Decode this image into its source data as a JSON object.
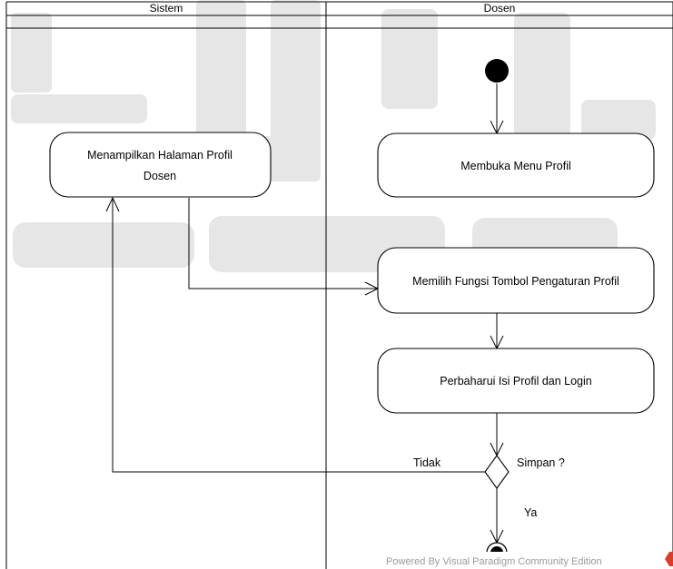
{
  "swimlanes": [
    {
      "title": "Sistem"
    },
    {
      "title": "Dosen"
    }
  ],
  "actions": {
    "membuka_menu": {
      "lines": [
        "Membuka Menu Profil"
      ]
    },
    "menampilkan_halaman": {
      "lines": [
        "Menampilkan Halaman Profil",
        "Dosen"
      ]
    },
    "memilih_fungsi": {
      "lines": [
        "Memilih Fungsi Tombol Pengaturan Profil"
      ]
    },
    "perbaharui_isi": {
      "lines": [
        "Perbaharui Isi Profil dan Login"
      ]
    }
  },
  "decision": {
    "label": "Simpan ?"
  },
  "guards": {
    "no": "Tidak",
    "yes": "Ya"
  },
  "footer": {
    "text": "Powered By Visual Paradigm Community Edition"
  },
  "colors": {
    "line": "#000000",
    "watermark": "#e6e6e6",
    "footer_text": "#9a9a9a",
    "logo_accent": "#d4402b"
  }
}
